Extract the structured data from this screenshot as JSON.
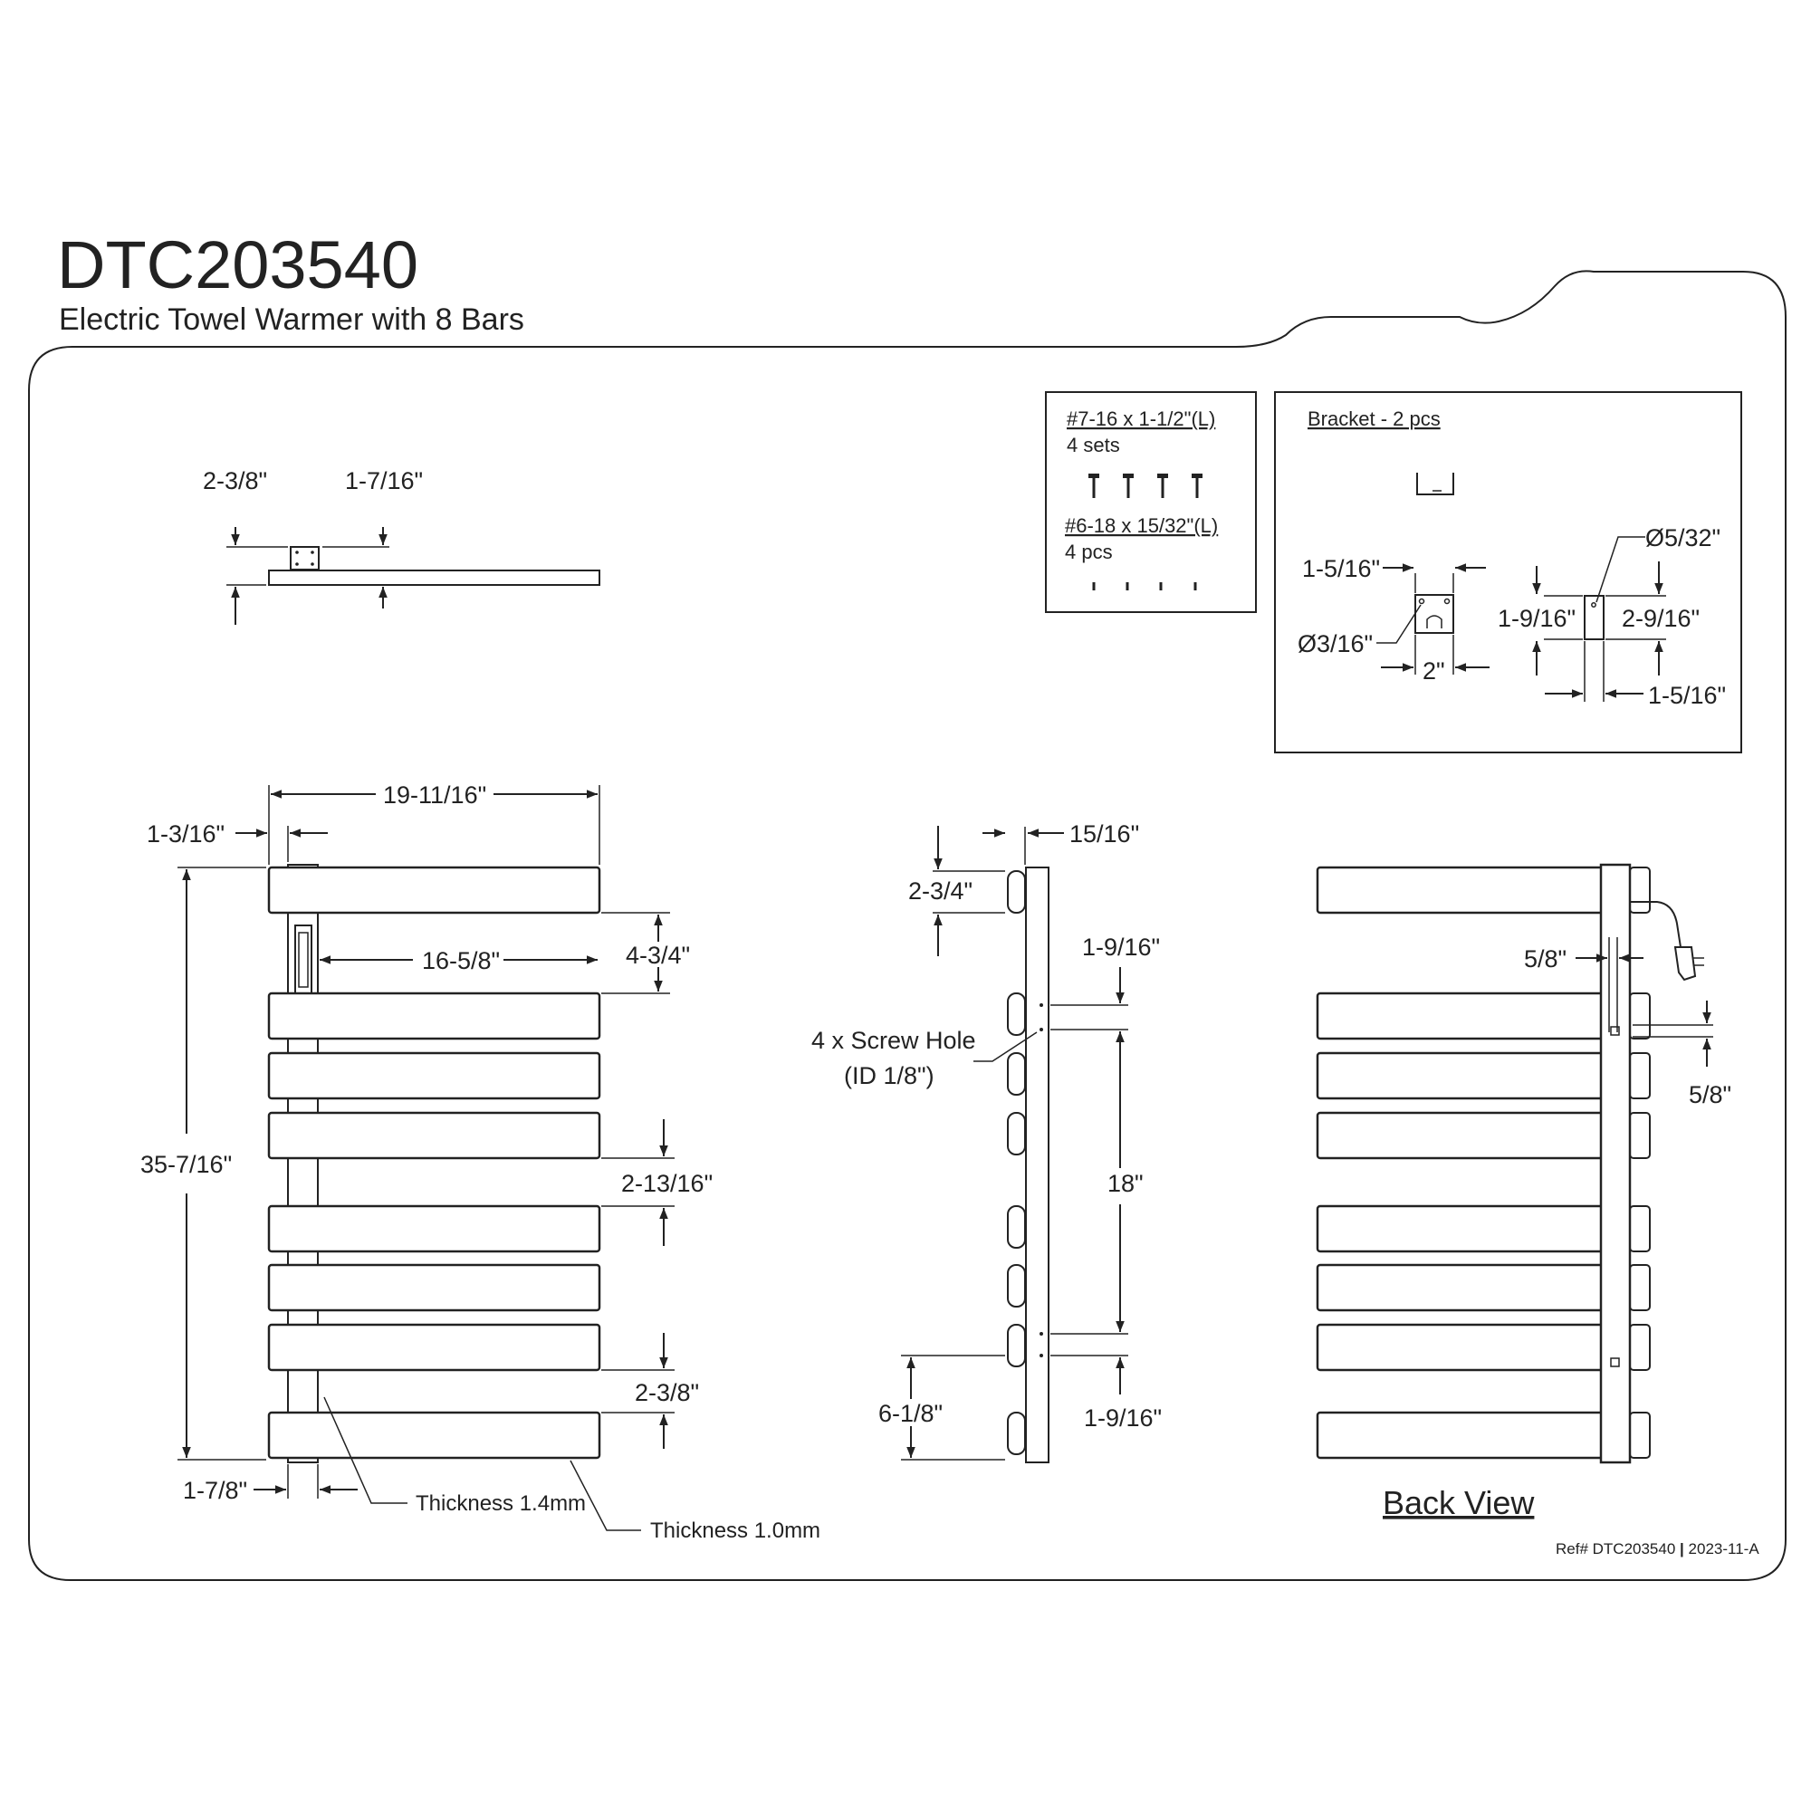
{
  "header": {
    "model": "DTC203540",
    "description": "Electric Towel Warmer with 8 Bars"
  },
  "hardware": {
    "screw_spec": "#7-16 x 1-1/2\"(L)",
    "screw_qty": "4 sets",
    "small_screw_spec": "#6-18 x 15/32\"(L)",
    "small_screw_qty": "4 pcs",
    "bracket_title": "Bracket - 2 pcs"
  },
  "bracket_dims": {
    "width_top": "1-5/16\"",
    "hole_dia": "Ø3/16\"",
    "width_bottom": "2\"",
    "side_height": "1-9/16\"",
    "side_hole_dia": "Ø5/32\"",
    "side_total": "2-9/16\"",
    "side_depth": "1-5/16\""
  },
  "top_view": {
    "depth_outer": "2-3/8\"",
    "depth_bar": "1-7/16\""
  },
  "front_view": {
    "overall_width": "19-11/16\"",
    "offset_left": "1-3/16\"",
    "bar_length": "16-5/8\"",
    "gap_top": "4-3/4\"",
    "gap_mid": "2-13/16\"",
    "gap_bottom": "2-3/8\"",
    "overall_height": "35-7/16\"",
    "post_width": "1-7/8\"",
    "thickness_post": "Thickness 1.4mm",
    "thickness_bar": "Thickness 1.0mm"
  },
  "side_view": {
    "depth": "15/16\"",
    "bar_height": "2-3/4\"",
    "hole_top_offset": "1-9/16\"",
    "hole_label_1": "4 x Screw Hole",
    "hole_label_2": "(ID 1/8\")",
    "hole_spacing": "18\"",
    "bottom_offset": "6-1/8\"",
    "hole_bottom_offset": "1-9/16\""
  },
  "back_view": {
    "label": "Back View",
    "cord_offset_h": "5/8\"",
    "cord_offset_v": "5/8\""
  },
  "footer": {
    "ref": "Ref# DTC203540",
    "separator": "|",
    "revision": "2023-11-A"
  }
}
